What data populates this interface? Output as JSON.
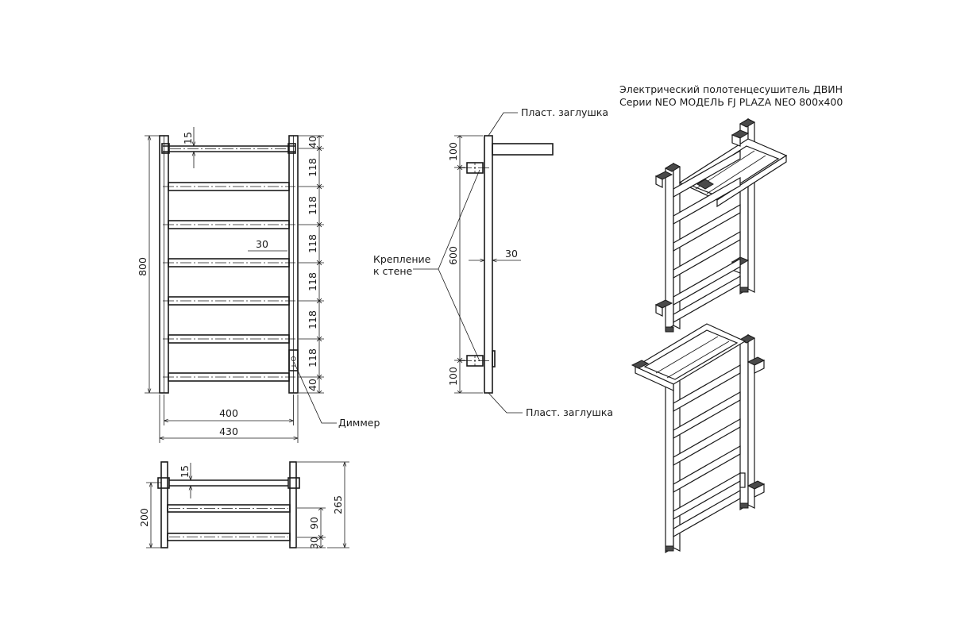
{
  "title": {
    "line1": "Электрический полотенцесушитель ДВИН",
    "line2": "Серии NEO МОДЕЛЬ FJ PLAZA NEO 800x400"
  },
  "front_view": {
    "height_total": "800",
    "width_inner": "400",
    "width_outer": "430",
    "top_offset": "15",
    "rung_width": "30",
    "right_dims": [
      "40",
      "118",
      "118",
      "118",
      "118",
      "118",
      "118",
      "40"
    ],
    "dimmer_label": "Диммер"
  },
  "side_view": {
    "top_gap": "100",
    "middle_gap": "600",
    "bottom_gap": "100",
    "depth": "30",
    "plug_top_label": "Пласт. заглушка",
    "plug_bottom_label": "Пласт. заглушка",
    "mount_label_line1": "Крепление",
    "mount_label_line2": "к стене"
  },
  "top_view": {
    "top_offset": "15",
    "depth_left": "200",
    "dim_90": "90",
    "dim_30": "30",
    "depth_total": "265"
  }
}
